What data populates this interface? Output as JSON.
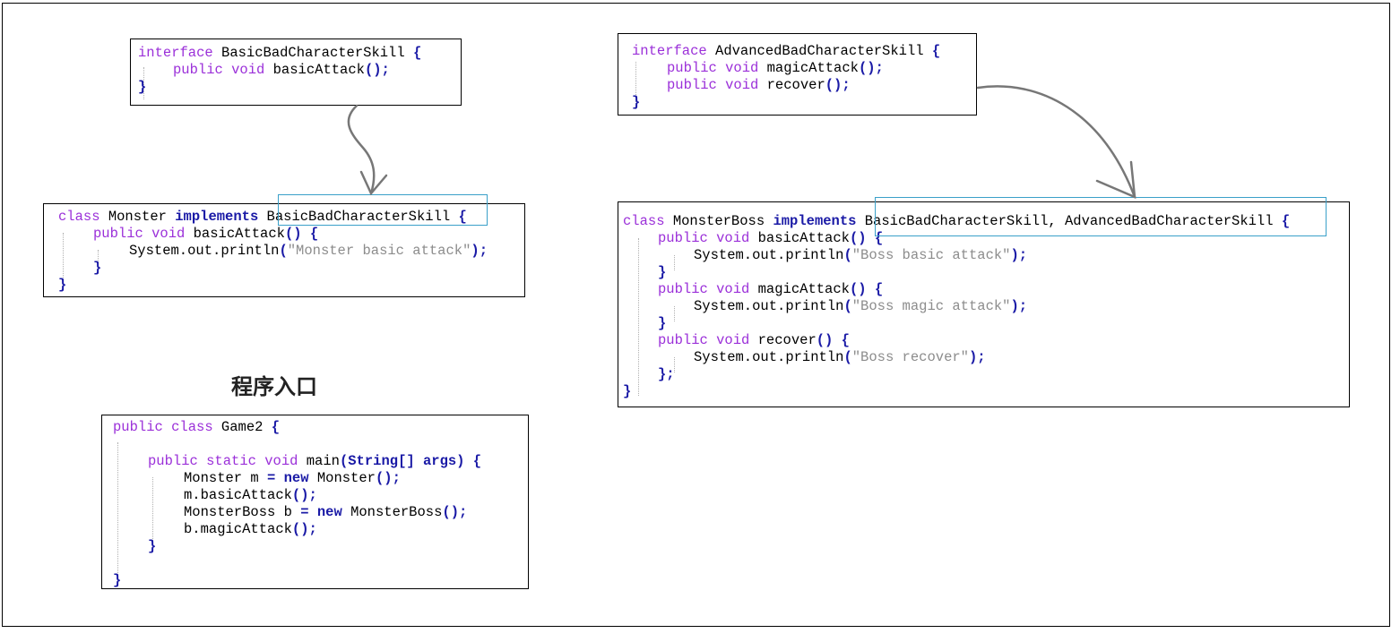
{
  "title": "程序入口",
  "colors": {
    "keyword": "#9b30d9",
    "bold_keyword": "#1a1aa6",
    "string": "#8c8c8c",
    "highlight": "#3aa0c9",
    "arrow": "#777777"
  },
  "basic_interface": {
    "l1": {
      "kw": "interface",
      "name": " BasicBadCharacterSkill ",
      "br": "{"
    },
    "l2": {
      "kw": "public void",
      "name": " basicAttack",
      "p": "();"
    },
    "l3": {
      "p": "}"
    }
  },
  "advanced_interface": {
    "l1": {
      "kw": "interface",
      "name": " AdvancedBadCharacterSkill ",
      "br": "{"
    },
    "l2": {
      "kw": "public void",
      "name": " magicAttack",
      "p": "();"
    },
    "l3": {
      "kw": "public void",
      "name": " recover",
      "p": "();"
    },
    "l4": {
      "p": "}"
    }
  },
  "monster_class": {
    "l1": {
      "kw": "class",
      "name": " Monster ",
      "kb": "implements",
      "iface": " BasicBadCharacterSkill ",
      "br": "{"
    },
    "l2": {
      "kw": "public void",
      "name": " basicAttack",
      "p": "() {"
    },
    "l3": {
      "pre": "System.out.println",
      "po": "(",
      "s": "\"Monster basic attack\"",
      "pc": ");"
    },
    "l4": {
      "p": "}"
    },
    "l5": {
      "p": "}"
    }
  },
  "boss_class": {
    "l1": {
      "kw": "class",
      "name": " MonsterBoss ",
      "kb": "implements",
      "iface": " BasicBadCharacterSkill, AdvancedBadCharacterSkill ",
      "br": "{"
    },
    "l2": {
      "kw": "public void",
      "name": " basicAttack",
      "p": "() {"
    },
    "l3": {
      "pre": "System.out.println",
      "po": "(",
      "s": "\"Boss basic attack\"",
      "pc": ");"
    },
    "l4": {
      "p": "}"
    },
    "l5": {
      "kw": "public void",
      "name": " magicAttack",
      "p": "() {"
    },
    "l6": {
      "pre": "System.out.println",
      "po": "(",
      "s": "\"Boss magic attack\"",
      "pc": ");"
    },
    "l7": {
      "p": "}"
    },
    "l8": {
      "kw": "public void",
      "name": " recover",
      "p": "() {"
    },
    "l9": {
      "pre": "System.out.println",
      "po": "(",
      "s": "\"Boss recover\"",
      "pc": ");"
    },
    "l10": {
      "p": "};"
    },
    "l11": {
      "p": "}"
    }
  },
  "game_class": {
    "l1": {
      "kw": "public class",
      "name": " Game2 ",
      "br": "{"
    },
    "l2": {
      "kw": "public static void",
      "name": " main",
      "p": "(String[] args) {"
    },
    "l3": {
      "a": "Monster m ",
      "eq": "=",
      "kb": " new",
      "b": " Monster",
      "p": "();"
    },
    "l4": {
      "a": "m.basicAttack",
      "p": "();"
    },
    "l5": {
      "a": "MonsterBoss b ",
      "eq": "=",
      "kb": " new",
      "b": " MonsterBoss",
      "p": "();"
    },
    "l6": {
      "a": "b.magicAttack",
      "p": "();"
    },
    "l7": {
      "p": "}"
    },
    "l8": {
      "p": "}"
    }
  }
}
